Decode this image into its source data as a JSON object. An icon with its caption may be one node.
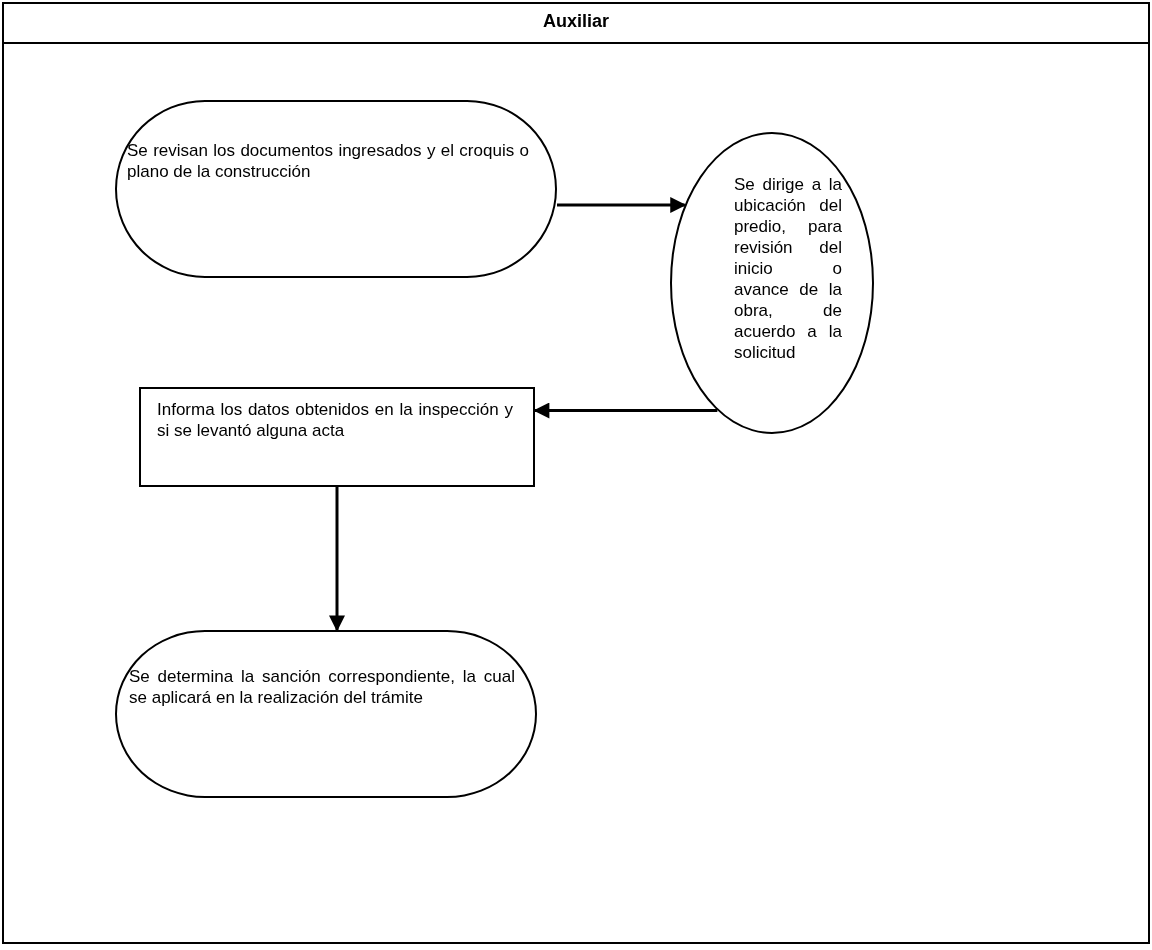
{
  "diagram": {
    "nodes": [
      {
        "text": [
          "Auxiliar"
        ]
      },
      {
        "text": [
          "Se revisan los documentos ingresados y el croquis o plano de la construcción"
        ],
        "in": 0
      },
      {
        "text": [
          "Se dirige a la ubicación del predio, para revisión del inicio o avance de la obra, de acuerdo a la solicitud"
        ],
        "in": 0
      },
      {
        "text": [
          "Informa los datos obtenidos en la inspección y si se levantó alguna acta"
        ],
        "in": 0
      },
      {
        "text": [
          "Se determina la sanción correspondiente, la cual se aplicará en la realización del trámite"
        ],
        "in": 0
      }
    ],
    "edges": [
      {
        "from": 1,
        "to": 2,
        "arrow": "to"
      },
      {
        "from": 2,
        "to": 3,
        "arrow": "to"
      },
      {
        "from": 3,
        "to": 4,
        "arrow": "to"
      }
    ]
  }
}
